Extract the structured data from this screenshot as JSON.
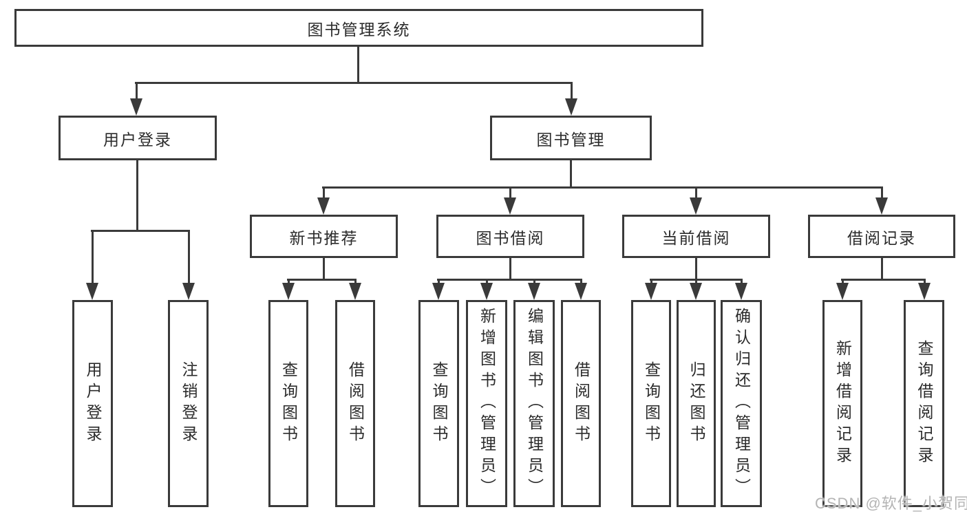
{
  "diagram": {
    "root": {
      "label": "图书管理系统"
    },
    "branches": [
      {
        "label": "用户登录",
        "children": [
          {
            "label": "用户登录"
          },
          {
            "label": "注销登录"
          }
        ]
      },
      {
        "label": "图书管理",
        "children": [
          {
            "label": "新书推荐",
            "children": [
              {
                "label": "查询图书"
              },
              {
                "label": "借阅图书"
              }
            ]
          },
          {
            "label": "图书借阅",
            "children": [
              {
                "label": "查询图书"
              },
              {
                "label": "新增图书（管理员）"
              },
              {
                "label": "编辑图书（管理员）"
              },
              {
                "label": "借阅图书"
              }
            ]
          },
          {
            "label": "当前借阅",
            "children": [
              {
                "label": "查询图书"
              },
              {
                "label": "归还图书"
              },
              {
                "label": "确认归还（管理员）"
              }
            ]
          },
          {
            "label": "借阅记录",
            "children": [
              {
                "label": "新增借阅记录"
              },
              {
                "label": "查询借阅记录"
              }
            ]
          }
        ]
      }
    ]
  },
  "watermark": {
    "text": "CSDN @软件_小贺同学"
  },
  "colors": {
    "background": "#ffffff",
    "line": "#3a3a3a",
    "text": "#2b2b2b",
    "watermark": "#b4b4b4"
  }
}
